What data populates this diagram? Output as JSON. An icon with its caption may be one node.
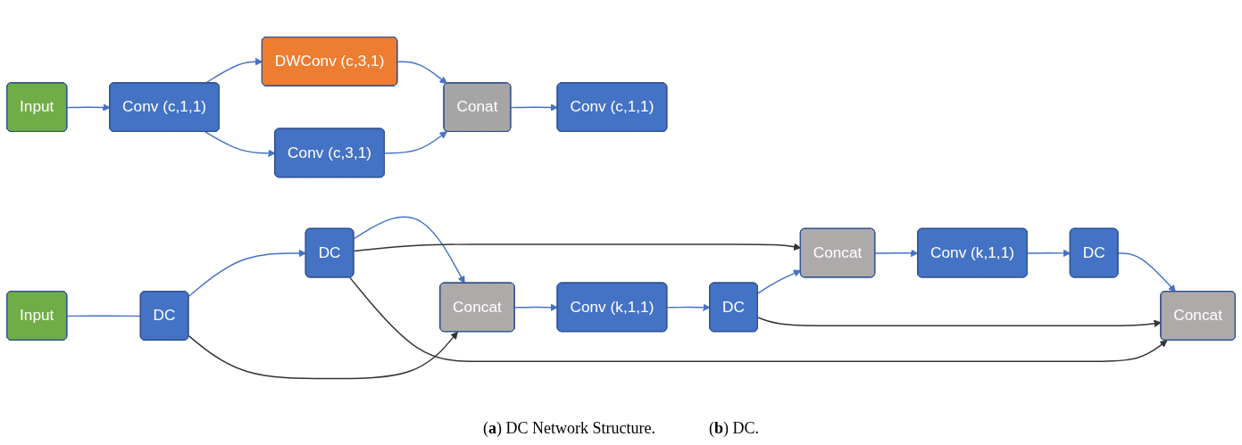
{
  "diagram": {
    "nodes": [
      {
        "text": [
          "Input"
        ]
      },
      {
        "text": [
          "DC"
        ]
      },
      {
        "text": [
          "DC"
        ]
      },
      {
        "text": [
          "Concat"
        ]
      },
      {
        "text": [
          "Conv (k,1,1)"
        ]
      },
      {
        "text": [
          "DC"
        ]
      },
      {
        "text": [
          "Concat"
        ]
      },
      {
        "text": [
          "Conv (k,1,1)"
        ]
      },
      {
        "text": [
          "DC"
        ]
      },
      {
        "text": [
          "Concat"
        ]
      },
      {
        "text": [
          "Input"
        ]
      },
      {
        "text": [
          "Conv (c,1,1)"
        ]
      },
      {
        "text": [
          "DWConv (c,3,1)"
        ]
      },
      {
        "text": [
          "Conv (c,3,1)"
        ]
      },
      {
        "text": [
          "Conat"
        ]
      },
      {
        "text": [
          "Conv (c,1,1)"
        ]
      }
    ],
    "edges": [
      {
        "from": 0,
        "to": 1,
        "arrow": "none"
      },
      {
        "from": 1,
        "to": 2,
        "arrow": "to"
      },
      {
        "from": 2,
        "to": 3,
        "arrow": "to"
      },
      {
        "from": 3,
        "to": 4,
        "arrow": "to"
      },
      {
        "from": 4,
        "to": 5,
        "arrow": "to"
      },
      {
        "from": 5,
        "to": 6,
        "arrow": "to"
      },
      {
        "from": 6,
        "to": 7,
        "arrow": "to"
      },
      {
        "from": 7,
        "to": 8,
        "arrow": "to"
      },
      {
        "from": 8,
        "to": 9,
        "arrow": "to"
      },
      {
        "from": 1,
        "to": 3,
        "arrow": "to",
        "color": "#333333"
      },
      {
        "from": 2,
        "to": 6,
        "arrow": "to",
        "color": "#333333"
      },
      {
        "from": 2,
        "to": 9,
        "arrow": "to",
        "color": "#333333"
      },
      {
        "from": 5,
        "to": 9,
        "arrow": "to",
        "color": "#333333"
      },
      {
        "from": 10,
        "to": 11,
        "arrow": "to"
      },
      {
        "from": 11,
        "to": 12,
        "arrow": "to"
      },
      {
        "from": 11,
        "to": 13,
        "arrow": "to"
      },
      {
        "from": 12,
        "to": 14,
        "arrow": "to"
      },
      {
        "from": 13,
        "to": 14,
        "arrow": "to"
      },
      {
        "from": 14,
        "to": 15,
        "arrow": "to"
      }
    ],
    "labels": [
      "(**a**) DC Network Structure.",
      "(**b**) DC."
    ]
  }
}
